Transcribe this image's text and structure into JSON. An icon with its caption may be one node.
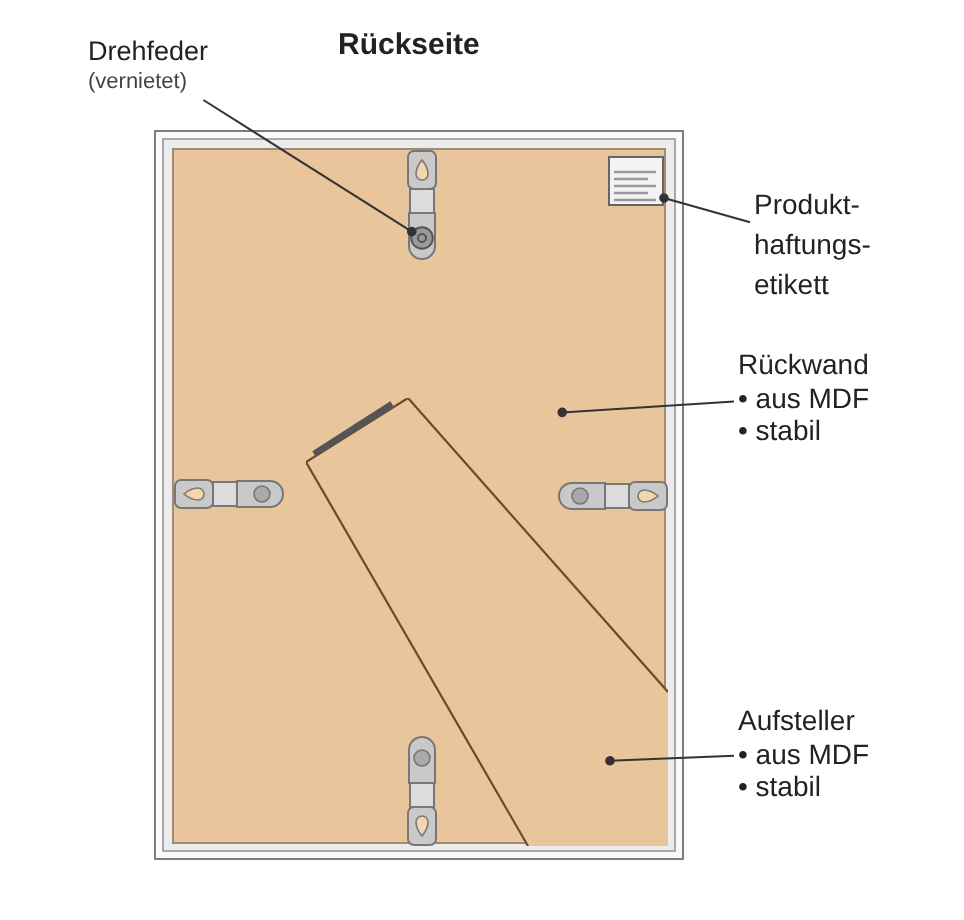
{
  "diagram": {
    "title": "Rückseite",
    "nodes": [
      {
        "text": [
          "Drehfeder",
          "(vernietet)"
        ]
      },
      {
        "text": [
          "Produkt- haftungs- etikett"
        ]
      },
      {
        "text": [
          "Rückwand",
          "• aus MDF",
          "• stabil"
        ]
      },
      {
        "text": [
          "Aufsteller",
          "• aus MDF",
          "• stabil"
        ]
      },
      {
        "text": [],
        "shape": "box"
      },
      {
        "text": [],
        "shape": "circle",
        "in": 4
      },
      {
        "text": [],
        "shape": "picture",
        "in": 4
      },
      {
        "text": [],
        "shape": "picture",
        "in": 4
      }
    ],
    "edges": [
      {
        "from": 0,
        "to": 5,
        "arrow": "other"
      },
      {
        "from": 1,
        "to": 6,
        "arrow": "other"
      },
      {
        "from": 2,
        "to": 4,
        "arrow": "other"
      },
      {
        "from": 3,
        "to": 7,
        "arrow": "other"
      }
    ]
  }
}
